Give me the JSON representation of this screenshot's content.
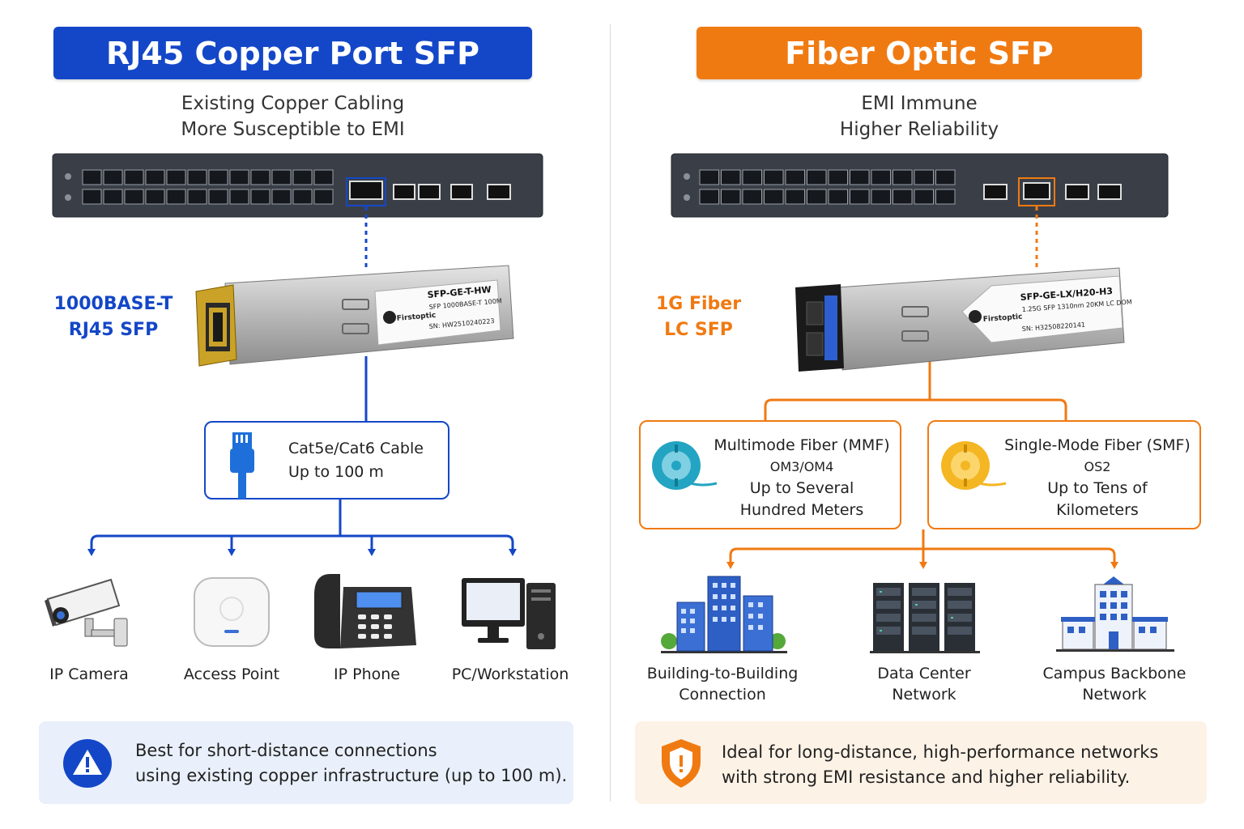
{
  "colors": {
    "blue": "#1447c8",
    "orange": "#f07a12",
    "switch": "#3a3f47"
  },
  "left": {
    "title": "RJ45 Copper Port SFP",
    "subtitle_1": "Existing Copper Cabling",
    "subtitle_2": "More Susceptible to EMI",
    "module_label_1": "1000BASE-T",
    "module_label_2": "RJ45 SFP",
    "module_sticker": {
      "model": "SFP-GE-T-HW",
      "spec": "SFP 1000BASE-T 100M",
      "sn": "SN: HW2510240223",
      "brand": "Firstoptic"
    },
    "cable_box": {
      "line1": "Cat5e/Cat6 Cable",
      "line2": "Up to 100 m",
      "icon": "rj45-cable-icon"
    },
    "devices": [
      {
        "label": "IP Camera",
        "icon": "ip-camera-icon"
      },
      {
        "label": "Access Point",
        "icon": "access-point-icon"
      },
      {
        "label": "IP Phone",
        "icon": "ip-phone-icon"
      },
      {
        "label": "PC/Workstation",
        "icon": "pc-workstation-icon"
      }
    ],
    "note_line1": "Best for short-distance connections",
    "note_line2": "using existing copper infrastructure (up to 100 m).",
    "note_icon": "warning-icon"
  },
  "right": {
    "title": "Fiber Optic SFP",
    "subtitle_1": "EMI Immune",
    "subtitle_2": "Higher Reliability",
    "module_label_1": "1G Fiber",
    "module_label_2": "LC SFP",
    "module_sticker": {
      "model": "SFP-GE-LX/H20-H3",
      "spec": "1.25G SFP 1310nm 20KM LC DOM",
      "sn": "SN: H32508220141",
      "brand": "Firstoptic"
    },
    "fibers": [
      {
        "line1": "Multimode Fiber (MMF)",
        "line2": "OM3/OM4",
        "line3": "Up to Several",
        "line4": "Hundred Meters",
        "icon": "fiber-spool-teal-icon"
      },
      {
        "line1": "Single-Mode Fiber (SMF)",
        "line2": "OS2",
        "line3": "Up to Tens of",
        "line4": "Kilometers",
        "icon": "fiber-spool-yellow-icon"
      }
    ],
    "applications": [
      {
        "line1": "Building-to-Building",
        "line2": "Connection",
        "icon": "buildings-icon"
      },
      {
        "line1": "Data Center",
        "line2": "Network",
        "icon": "data-center-icon"
      },
      {
        "line1": "Campus Backbone",
        "line2": "Network",
        "icon": "campus-icon"
      }
    ],
    "note_line1": "Ideal for long-distance, high-performance networks",
    "note_line2": "with strong EMI resistance and higher reliability.",
    "note_icon": "shield-icon"
  }
}
